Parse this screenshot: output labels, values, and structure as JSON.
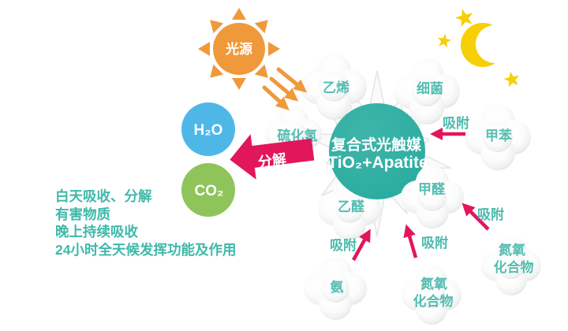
{
  "sun": {
    "label": "光源"
  },
  "center": {
    "line1": "复合式光触媒",
    "line2": "TiO₂+Apatite"
  },
  "products": {
    "water": "H₂O",
    "carbon_dioxide": "CO₂"
  },
  "actions": {
    "decompose": "分解",
    "adsorb": "吸附"
  },
  "pollutants": {
    "ethylene": "乙烯",
    "bacteria": "细菌",
    "hydrogen_sulfide": "硫化氢",
    "toluene": "甲苯",
    "formaldehyde": "甲醛",
    "acetaldehyde": "乙醛",
    "ammonia": "氨",
    "nox_line1": "氮氧",
    "nox_line2": "化合物"
  },
  "caption": {
    "line1": "白天吸收、分解",
    "line2": "有害物质",
    "line3": "晚上持续吸收",
    "line4": "24小时全天候发挥功能及作用"
  },
  "colors": {
    "sun_orange": "#F0993B",
    "catalyst_teal": "#2EAEA2",
    "label_teal": "#54BDB0",
    "caption_teal": "#3EB9A9",
    "arrow_pink": "#E2175B",
    "water_blue": "#4FB7E8",
    "co2_green": "#8FC45A",
    "moon_yellow": "#F6CF06"
  }
}
